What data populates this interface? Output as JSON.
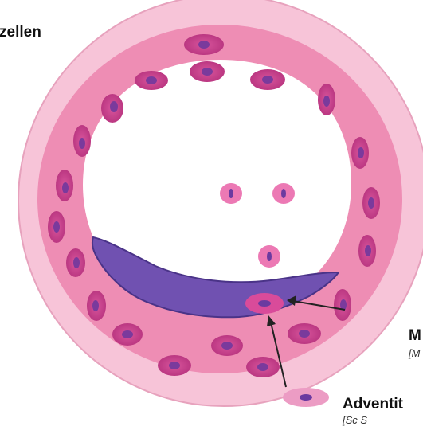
{
  "labels": {
    "top_left": "zellen",
    "media_title": "M",
    "media_sub": "[M",
    "adventitia_title": "Adventit",
    "adventitia_sub": "[Sc    S"
  },
  "colors": {
    "outer_ring": "#f7c4d8",
    "outer_ring_stroke": "#e7a2bd",
    "media": "#ee8db4",
    "lumen": "#ffffff",
    "cell_body": "#c63f8c",
    "cell_nucleus": "#7a3a9c",
    "blood_cell": "#ec79b4",
    "blood_nucleus": "#6b3aa0",
    "clot": "#7051b1",
    "clot_stroke": "#4a3388",
    "arrow": "#222222"
  }
}
